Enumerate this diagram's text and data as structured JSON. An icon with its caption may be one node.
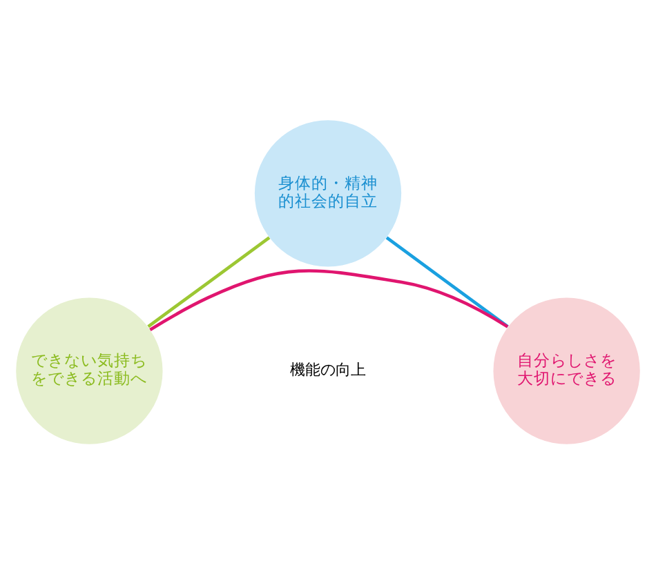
{
  "diagram": {
    "nodes": [
      {
        "text": [
          "身体的・精神的社会的自立"
        ]
      },
      {
        "text": [
          "できない気持ちをできる活動へ"
        ]
      },
      {
        "text": [
          "自分らしさを大切にできる"
        ]
      }
    ],
    "edges": [
      {
        "from": 0,
        "to": 1,
        "arrow": "none",
        "color": "#9cc733"
      },
      {
        "from": 0,
        "to": 2,
        "arrow": "none",
        "color": "#1aa0e0"
      },
      {
        "from": 1,
        "to": 2,
        "arrow": "none",
        "color": "#e0156f"
      }
    ],
    "labels": [
      "機能の向上"
    ]
  }
}
